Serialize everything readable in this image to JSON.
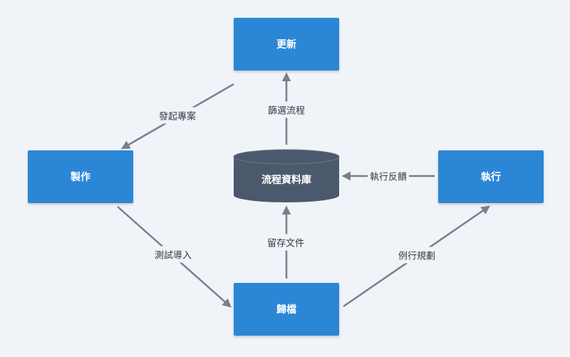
{
  "nodes": {
    "update": "更新",
    "make": "製作",
    "execute": "執行",
    "archive": "歸檔",
    "repository": "流程資料庫"
  },
  "edges": {
    "initiate_project": "發起專案",
    "filter_process": "篩選流程",
    "execution_feedback": "執行反饋",
    "deposit_document": "留存文件",
    "test_import": "測試導入",
    "instance_planning": "例行規劃"
  },
  "colors": {
    "node_fill": "#2b87d6",
    "repository_fill": "#4a5a6c",
    "edge": "#76808d",
    "background": "#f0f3f7"
  }
}
